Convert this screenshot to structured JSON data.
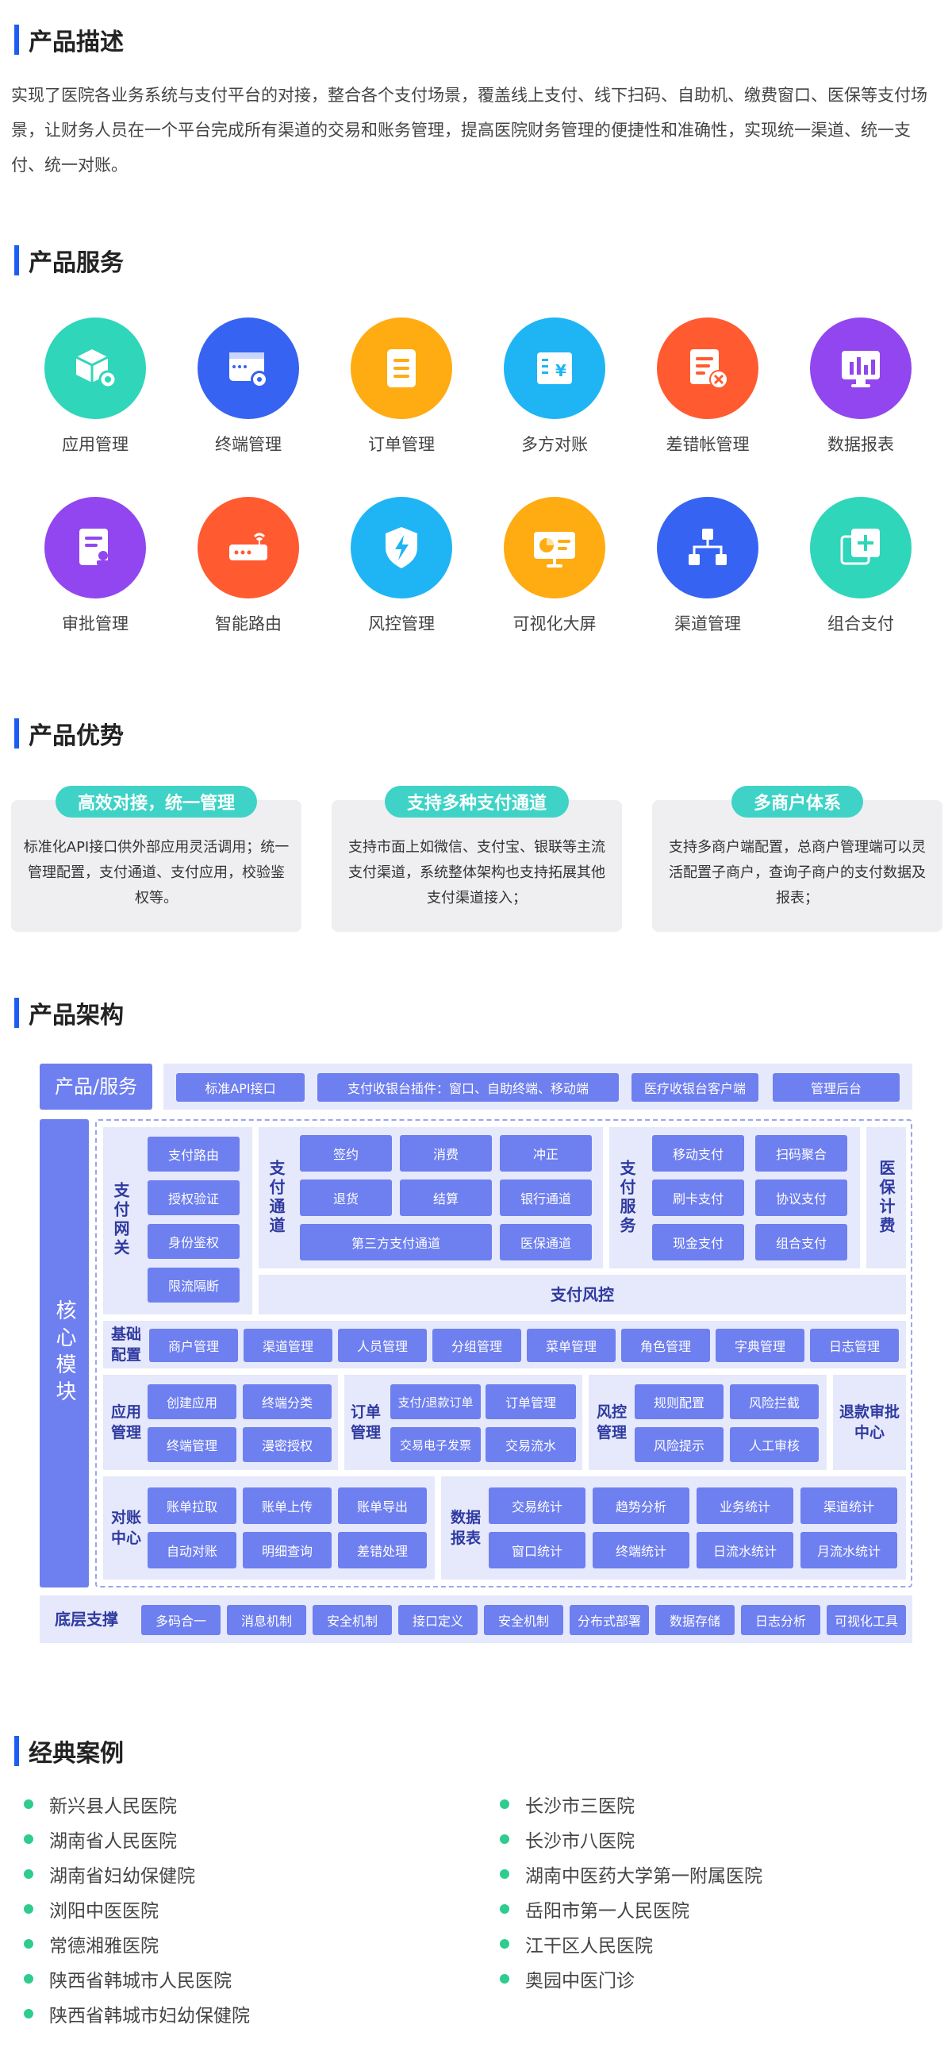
{
  "sections": {
    "desc_title": "产品描述",
    "service_title": "产品服务",
    "advantage_title": "产品优势",
    "arch_title": "产品架构",
    "cases_title": "经典案例"
  },
  "description": "实现了医院各业务系统与支付平台的对接，整合各个支付场景，覆盖线上支付、线下扫码、自助机、缴费窗口、医保等支付场景，让财务人员在一个平台完成所有渠道的交易和账务管理，提高医院财务管理的便捷性和准确性，实现统一渠道、统一支付、统一对账。",
  "services": [
    {
      "label": "应用管理",
      "icon": "cube-gear-icon",
      "color": "#2fd6b9"
    },
    {
      "label": "终端管理",
      "icon": "terminal-gear-icon",
      "color": "#3663f1"
    },
    {
      "label": "订单管理",
      "icon": "order-list-icon",
      "color": "#ffab12"
    },
    {
      "label": "多方对账",
      "icon": "yuan-bill-icon",
      "color": "#1fb5f4"
    },
    {
      "label": "差错帐管理",
      "icon": "document-error-icon",
      "color": "#ff5a30"
    },
    {
      "label": "数据报表",
      "icon": "bar-chart-icon",
      "color": "#9246ef"
    },
    {
      "label": "审批管理",
      "icon": "approval-doc-icon",
      "color": "#9246ef"
    },
    {
      "label": "智能路由",
      "icon": "router-icon",
      "color": "#ff5a30"
    },
    {
      "label": "风控管理",
      "icon": "shield-bolt-icon",
      "color": "#1fb5f4"
    },
    {
      "label": "可视化大屏",
      "icon": "dashboard-screen-icon",
      "color": "#ffab12"
    },
    {
      "label": "渠道管理",
      "icon": "hierarchy-icon",
      "color": "#3663f1"
    },
    {
      "label": "组合支付",
      "icon": "combine-pay-icon",
      "color": "#2fd6b9"
    }
  ],
  "advantages": [
    {
      "title": "高效对接，统一管理",
      "text": "标准化API接口供外部应用灵活调用；统一管理配置，支付通道、支付应用，校验鉴权等。"
    },
    {
      "title": "支持多种支付通道",
      "text": "支持市面上如微信、支付宝、银联等主流支付渠道，系统整体架构也支持拓展其他支付渠道接入；"
    },
    {
      "title": "多商户体系",
      "text": "支持多商户端配置，总商户管理端可以灵活配置子商户，查询子商户的支付数据及报表；"
    }
  ],
  "arch": {
    "product_label": "产品/服务",
    "product_items": [
      "标准API接口",
      "支付收银台插件：窗口、自助终端、移动端",
      "医疗收银台客户端",
      "管理后台"
    ],
    "core_label": "核心模块",
    "gateway_label": "支付网关",
    "gateway_items": [
      "支付路由",
      "授权验证",
      "身份鉴权",
      "限流隔断"
    ],
    "channel_label": "支付通道",
    "channel_items": [
      "签约",
      "消费",
      "冲正",
      "退货",
      "结算",
      "银行通道",
      "第三方支付通道",
      "医保通道"
    ],
    "service_label": "支付服务",
    "service_items": [
      "移动支付",
      "扫码聚合",
      "刷卡支付",
      "协议支付",
      "现金支付",
      "组合支付"
    ],
    "insurance_label": "医保计费",
    "risk_bar": "支付风控",
    "base_label": "基础配置",
    "base_items": [
      "商户管理",
      "渠道管理",
      "人员管理",
      "分组管理",
      "菜单管理",
      "角色管理",
      "字典管理",
      "日志管理"
    ],
    "app_label": "应用管理",
    "app_items": [
      "创建应用",
      "终端分类",
      "终端管理",
      "漫密授权"
    ],
    "order_label": "订单管理",
    "order_items": [
      "支付/退款订单",
      "订单管理",
      "交易电子发票",
      "交易流水"
    ],
    "riskctl_label": "风控管理",
    "riskctl_items": [
      "规则配置",
      "风险拦截",
      "风险提示",
      "人工审核"
    ],
    "refund_label": "退款审批中心",
    "recon_label": "对账中心",
    "recon_items": [
      "账单拉取",
      "账单上传",
      "账单导出",
      "自动对账",
      "明细查询",
      "差错处理"
    ],
    "report_label": "数据报表",
    "report_items": [
      "交易统计",
      "趋势分析",
      "业务统计",
      "渠道统计",
      "窗口统计",
      "终端统计",
      "日流水统计",
      "月流水统计"
    ],
    "bottom_label": "底层支撑",
    "bottom_items": [
      "多码合一",
      "消息机制",
      "安全机制",
      "接口定义",
      "安全机制",
      "分布式部署",
      "数据存储",
      "日志分析",
      "可视化工具"
    ]
  },
  "cases_left": [
    "新兴县人民医院",
    "湖南省人民医院",
    "湖南省妇幼保健院",
    "浏阳中医医院",
    "常德湘雅医院",
    "陕西省韩城市人民医院",
    "陕西省韩城市妇幼保健院"
  ],
  "cases_right": [
    "长沙市三医院",
    "长沙市八医院",
    "湖南中医药大学第一附属医院",
    "岳阳市第一人民医院",
    "江干区人民医院",
    "奥园中医门诊"
  ]
}
